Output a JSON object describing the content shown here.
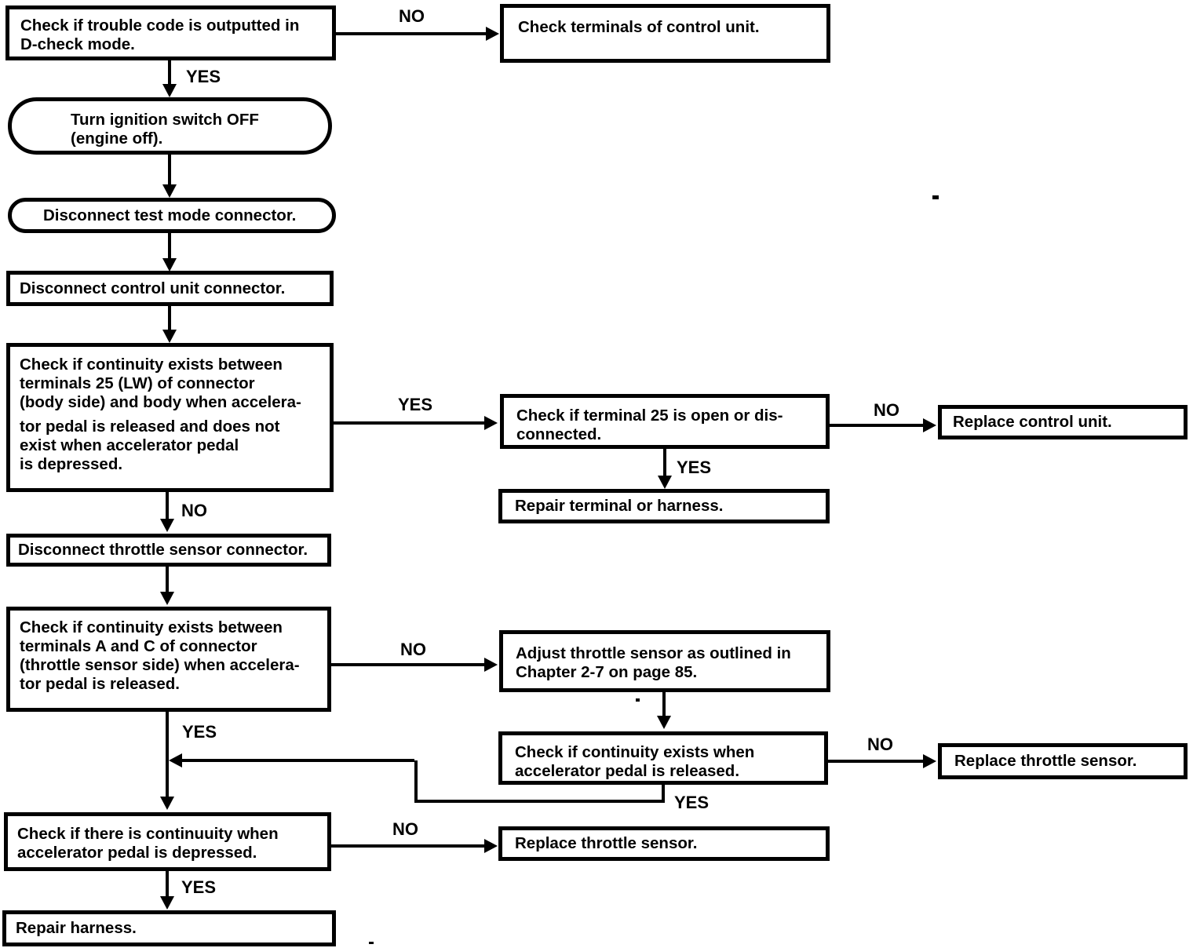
{
  "colors": {
    "ink": "#000000",
    "paper": "#ffffff"
  },
  "nodes": {
    "d_check": {
      "shape": "rect",
      "lines": [
        "Check if trouble code is outputted in",
        "D-check mode."
      ]
    },
    "check_terminals": {
      "shape": "rect",
      "lines": [
        "Check terminals of control unit."
      ]
    },
    "ignition_off": {
      "shape": "stadium",
      "lines": [
        "Turn ignition switch OFF",
        "(engine off)."
      ]
    },
    "test_mode": {
      "shape": "stadium",
      "lines": [
        "Disconnect test mode connector."
      ]
    },
    "disconnect_cu": {
      "shape": "rect",
      "lines": [
        "Disconnect control unit connector."
      ]
    },
    "big25": {
      "shape": "rect",
      "lines": [
        "Check if continuity exists between",
        "terminals 25 (LW) of connector",
        "(body side) and body when accelera-",
        "tor pedal is released and does not",
        "exist when accelerator pedal",
        "is depressed."
      ]
    },
    "terminal25_open": {
      "shape": "rect",
      "lines": [
        "Check if terminal 25 is open or dis-",
        "connected."
      ]
    },
    "replace_cu": {
      "shape": "rect",
      "lines": [
        "Replace control unit."
      ]
    },
    "repair_term": {
      "shape": "rect",
      "lines": [
        "Repair terminal or harness."
      ]
    },
    "disconnect_ts": {
      "shape": "rect",
      "lines": [
        "Disconnect throttle sensor connector."
      ]
    },
    "bigAC": {
      "shape": "rect",
      "lines": [
        "Check if continuity exists between",
        "terminals A and C of connector",
        "(throttle sensor side) when accelera-",
        "tor pedal is released."
      ]
    },
    "adjust_ts": {
      "shape": "rect",
      "lines": [
        "Adjust throttle sensor as outlined in",
        "Chapter 2-7 on page 85."
      ]
    },
    "check_released": {
      "shape": "rect",
      "lines": [
        "Check if continuity exists when",
        "accelerator pedal is released."
      ]
    },
    "replace_ts1": {
      "shape": "rect",
      "lines": [
        "Replace throttle sensor."
      ]
    },
    "check_depressed": {
      "shape": "rect",
      "lines": [
        "Check if there is continuuity when",
        "accelerator pedal is depressed."
      ]
    },
    "replace_ts2": {
      "shape": "rect",
      "lines": [
        "Replace throttle sensor."
      ]
    },
    "repair_harness": {
      "shape": "rect",
      "lines": [
        "Repair harness."
      ]
    }
  },
  "edge_labels": {
    "dcheck_no": "NO",
    "dcheck_yes": "YES",
    "big25_yes": "YES",
    "terminal25_no": "NO",
    "terminal25_yes": "YES",
    "big25_no": "NO",
    "bigac_no": "NO",
    "released_no": "NO",
    "released_yes": "YES",
    "bigac_yes": "YES",
    "depressed_no": "NO",
    "depressed_yes": "YES"
  }
}
